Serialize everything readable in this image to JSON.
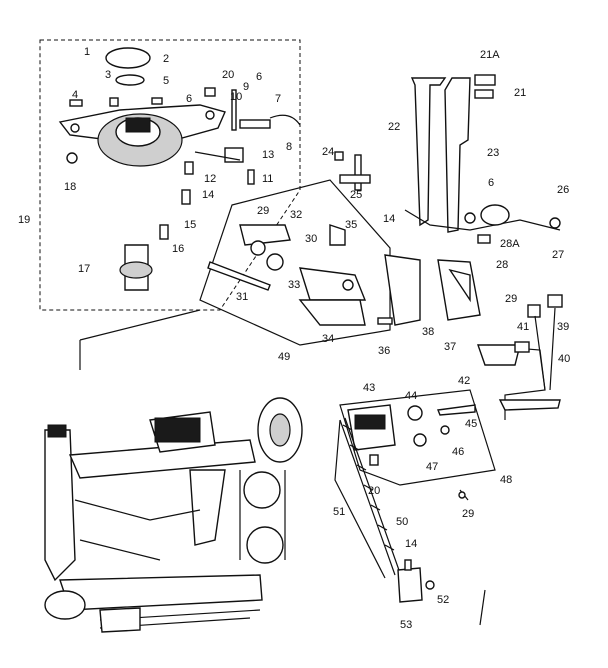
{
  "callouts": [
    "1",
    "2",
    "3",
    "4",
    "5",
    "6",
    "20",
    "10",
    "9",
    "6",
    "7",
    "13",
    "8",
    "19",
    "18",
    "12",
    "14",
    "11",
    "15",
    "16",
    "17",
    "29",
    "32",
    "30",
    "35",
    "33",
    "31",
    "34",
    "36",
    "49",
    "38",
    "37",
    "29",
    "21A",
    "21",
    "22",
    "23",
    "24",
    "25",
    "6",
    "26",
    "14",
    "28A",
    "27",
    "28",
    "41",
    "39",
    "40",
    "42",
    "43",
    "44",
    "45",
    "47",
    "46",
    "48",
    "20",
    "29",
    "51",
    "50",
    "14",
    "52",
    "53"
  ]
}
